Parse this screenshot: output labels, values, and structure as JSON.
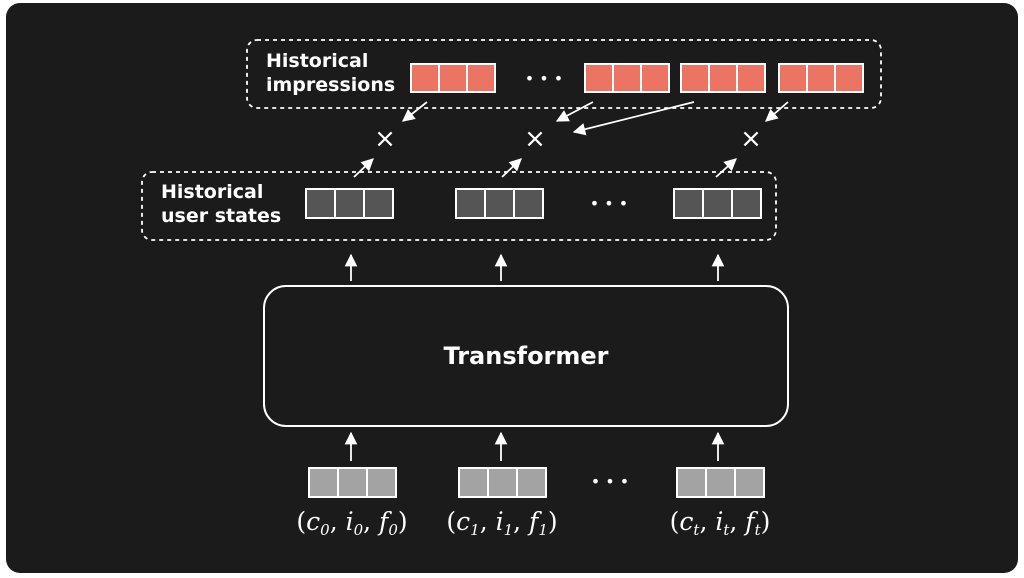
{
  "labels": {
    "historical_impressions_line1": "Historical",
    "historical_impressions_line2": "impressions",
    "historical_user_states_line1": "Historical",
    "historical_user_states_line2": "user states",
    "transformer": "Transformer"
  },
  "inputs": [
    {
      "c": "c",
      "i": "i",
      "f": "f",
      "sub": "0"
    },
    {
      "c": "c",
      "i": "i",
      "f": "f",
      "sub": "1"
    },
    {
      "c": "c",
      "i": "i",
      "f": "f",
      "sub": "t"
    }
  ],
  "symbols": {
    "ellipsis": "• • •",
    "multiply": "×"
  },
  "colors": {
    "background": "#1b1b1b",
    "impression_cell": "#ec7462",
    "user_state_cell": "#555555",
    "input_cell": "#a3a3a3",
    "line": "#ffffff"
  }
}
